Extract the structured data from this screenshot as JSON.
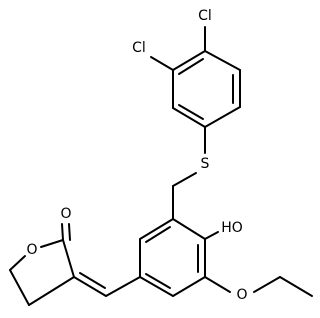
{
  "molecule": {
    "atom_labels": {
      "cl_top": "Cl",
      "cl_left": "Cl",
      "sulfur": "S",
      "hydroxyl": "HO",
      "carbonyl_oxygen": "O",
      "ring_oxygen": "O",
      "ether_oxygen": "O"
    }
  },
  "colors": {
    "bond": "#000000",
    "label": "#000000",
    "background": "#ffffff"
  }
}
